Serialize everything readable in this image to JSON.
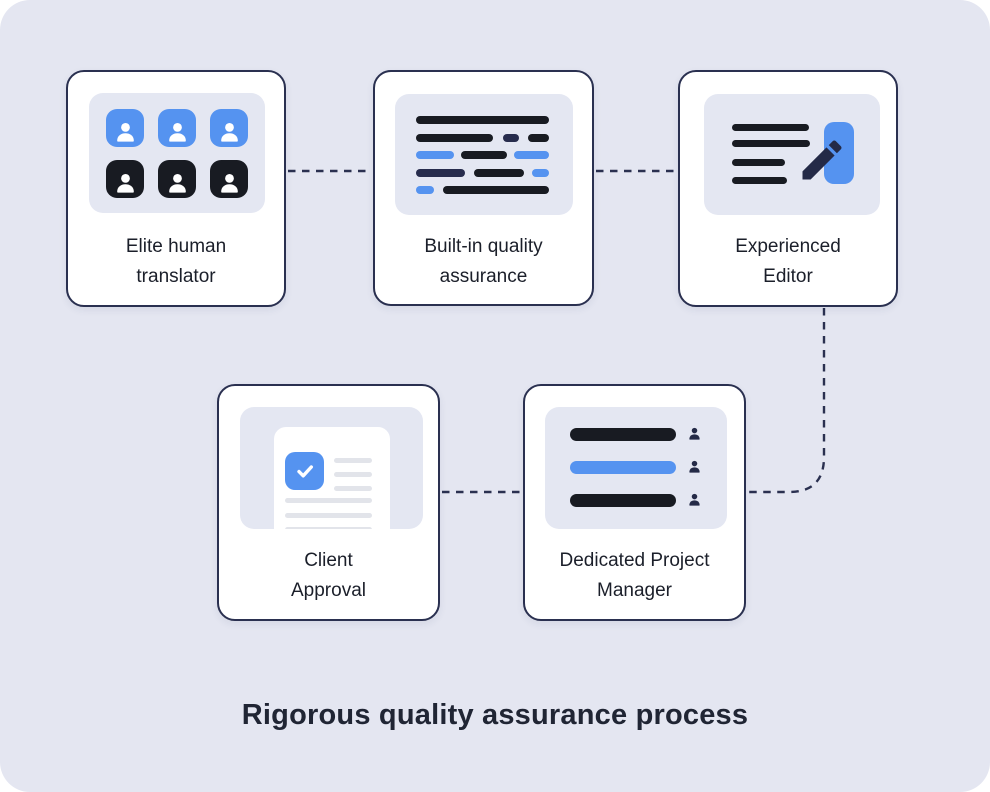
{
  "title": "Rigorous quality assurance process",
  "palette": {
    "page_background": "#E4E6F1",
    "card_background": "#FFFFFF",
    "card_border": "#2A3050",
    "illustration_panel": "#E4E7F2",
    "accent_blue": "#5593F0",
    "dark_ink": "#181B22",
    "navy_ink": "#272C4D",
    "light_gray_line": "#E2E4EA",
    "label_text": "#1B1F2A",
    "title_text": "#202534",
    "connector": "#2A3050"
  },
  "cards": [
    {
      "name": "elite-human-translator",
      "label_line1": "Elite human",
      "label_line2": "translator",
      "icon": "people-grid"
    },
    {
      "name": "built-in-quality-assurance",
      "label_line1": "Built-in quality",
      "label_line2": "assurance",
      "icon": "annotated-text-lines"
    },
    {
      "name": "experienced-editor",
      "label_line1": "Experienced",
      "label_line2": "Editor",
      "icon": "document-with-pencil"
    },
    {
      "name": "client-approval",
      "label_line1": "Client",
      "label_line2": "Approval",
      "icon": "approved-document"
    },
    {
      "name": "dedicated-project-manager",
      "label_line1": "Dedicated Project",
      "label_line2": "Manager",
      "icon": "task-list-with-owners"
    }
  ]
}
